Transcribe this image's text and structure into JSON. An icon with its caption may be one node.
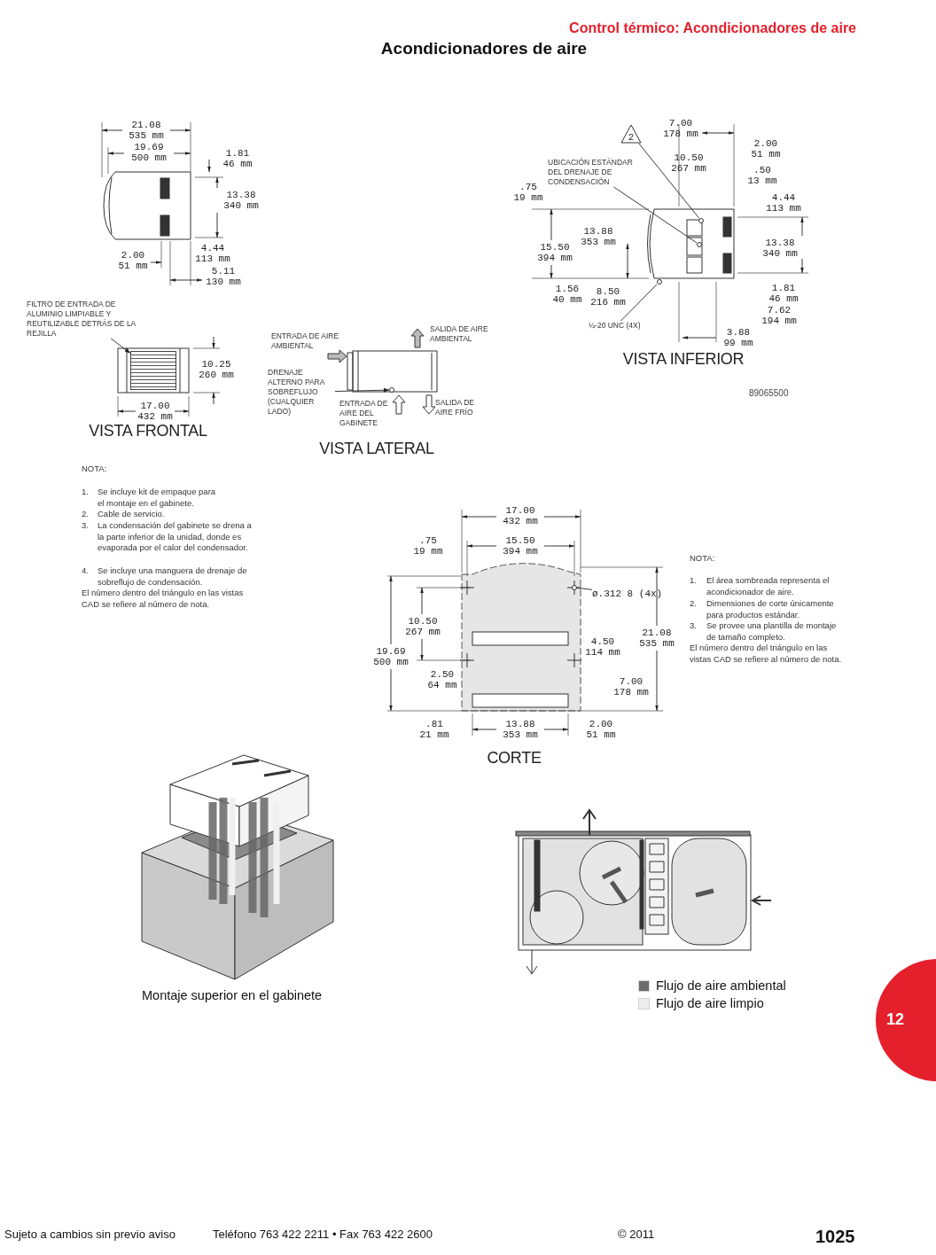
{
  "diagram": {
    "title": "Acondicionadores de aire",
    "nodes": [
      {
        "text": [
          "FILTRO DE ENTRADA DE ALUMINIO LIMPIABLE Y REUTILIZABLE DETRÁS DE LA REJILLA"
        ]
      },
      {
        "text": [],
        "shape": "box"
      },
      {
        "text": [
          "DRENAJE ALTERNO PARA SOBREFLUJO (CUALQUIER LADO)"
        ]
      },
      {
        "text": [],
        "shape": "circle"
      },
      {
        "text": [
          "2"
        ]
      },
      {
        "text": [
          "UBICACIÓN ESTÁNDAR DEL DRENAJE DE CONDENSACIÓN"
        ]
      },
      {
        "text": [],
        "shape": "circle"
      },
      {
        "text": [],
        "shape": "circle"
      },
      {
        "text": [
          "¼-20 UNC (4X)"
        ]
      },
      {
        "text": [],
        "shape": "circle"
      },
      {
        "text": [
          "ø.312 8 (4x)"
        ]
      },
      {
        "text": [],
        "shape": "circle"
      }
    ],
    "edges": [
      {
        "from": 0,
        "to": 1,
        "arrow": "to"
      },
      {
        "from": 2,
        "to": 3,
        "arrow": "to"
      },
      {
        "from": 4,
        "to": 6,
        "arrow": "none"
      },
      {
        "from": 5,
        "to": 7,
        "arrow": "none"
      },
      {
        "from": 8,
        "to": 9,
        "arrow": "none"
      },
      {
        "from": 10,
        "to": 11,
        "arrow": "none"
      }
    ],
    "labels": [
      "Control térmico: Acondicionadores de aire",
      "21.08 535 mm",
      "19.69 500 mm",
      "1.81 46 mm",
      "13.38 340 mm",
      "2.00 51 mm",
      "4.44 113 mm",
      "5.11 130 mm",
      "10.25 260 mm",
      "17.00 432 mm",
      "VISTA FRONTAL",
      "ENTRADA DE AIRE AMBIENTAL",
      "SALIDA DE AIRE AMBIENTAL",
      "ENTRADA DE AIRE DEL GABINETE",
      "SALIDA DE AIRE FRÍO",
      "VISTA LATERAL",
      "7.00 178 mm",
      "2.00 51 mm",
      "10.50 267 mm",
      ".50 13 mm",
      ".75 19 mm",
      "4.44 113 mm",
      "13.88 353 mm",
      "15.50 394 mm",
      "13.38 340 mm",
      "1.56 40 mm",
      "8.50 216 mm",
      "1.81 46 mm",
      "7.62 194 mm",
      "3.88 99 mm",
      "VISTA INFERIOR",
      "89065500",
      "NOTA:",
      "1.",
      "Se incluye kit de empaque para el montaje en el gabinete.",
      "2.",
      "Cable de servicio.",
      "3.",
      "La condensación del gabinete se drena a la parte inferior de la unidad, donde es evaporada por el calor del condensador.",
      "4.",
      "Se incluye una manguera de drenaje de sobreflujo de condensación.",
      "El número dentro del triángulo en las vistas CAD se refiere al número de nota.",
      "17.00 432 mm",
      ".75 19 mm",
      "15.50 394 mm",
      "10.50 267 mm",
      "19.69 500 mm",
      "2.50 64 mm",
      "4.50 114 mm",
      "21.08 535 mm",
      "7.00 178 mm",
      ".81 21 mm",
      "13.88 353 mm",
      "2.00 51 mm",
      "CORTE",
      "NOTA:",
      "1.",
      "El área sombreada representa el acondicionador de aire.",
      "2.",
      "Dimensiones de corte únicamente para productos estándar.",
      "3.",
      "Se provee una plantilla de montaje de tamaño completo.",
      "El número dentro del triángulo en las vistas CAD se refiere al número de nota.",
      "Montaje superior en el gabinete",
      "12",
      "Sujeto a cambios sin previo aviso",
      "Teléfono 763 422 2211 • Fax 763 422 2600",
      "© 2011",
      "1025"
    ],
    "legend": [
      {
        "text": "Flujo de aire ambiental",
        "color": "#6b6b6b"
      },
      {
        "text": "Flujo de aire limpio",
        "color": "#ececec"
      }
    ]
  }
}
